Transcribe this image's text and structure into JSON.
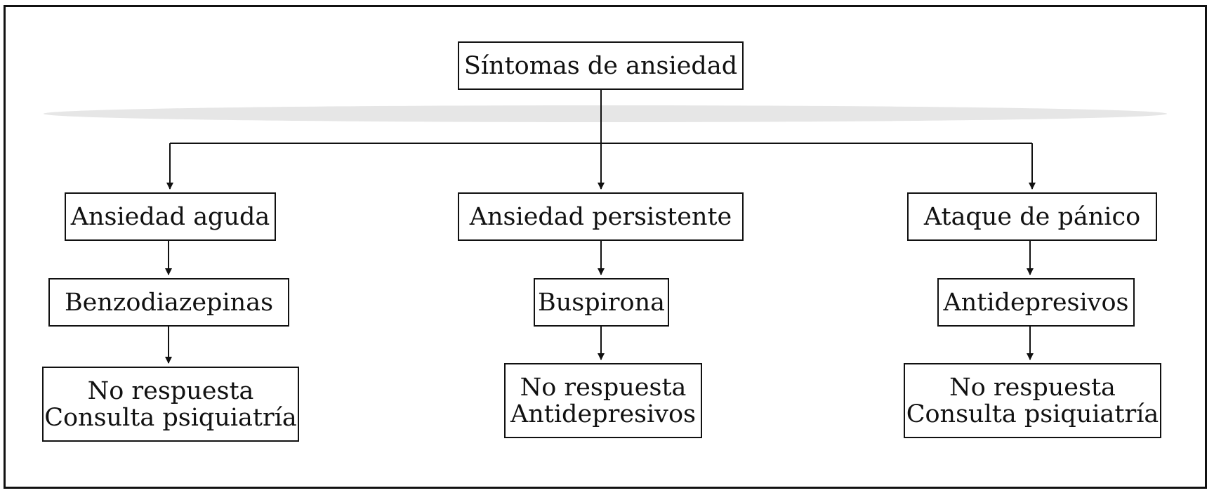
{
  "diagram": {
    "root": {
      "label": "Síntomas de ansiedad"
    },
    "branches": [
      {
        "condition": "Ansiedad aguda",
        "treatment": "Benzodiazepinas",
        "outcome": {
          "line1": "No respuesta",
          "line2": "Consulta psiquiatría"
        }
      },
      {
        "condition": "Ansiedad persistente",
        "treatment": "Buspirona",
        "outcome": {
          "line1": "No respuesta",
          "line2": "Antidepresivos"
        }
      },
      {
        "condition": "Ataque de pánico",
        "treatment": "Antidepresivos",
        "outcome": {
          "line1": "No respuesta",
          "line2": "Consulta psiquiatría"
        }
      }
    ],
    "colors": {
      "line": "#111111",
      "band": "#e6e6e6",
      "box_fill": "#ffffff"
    }
  }
}
